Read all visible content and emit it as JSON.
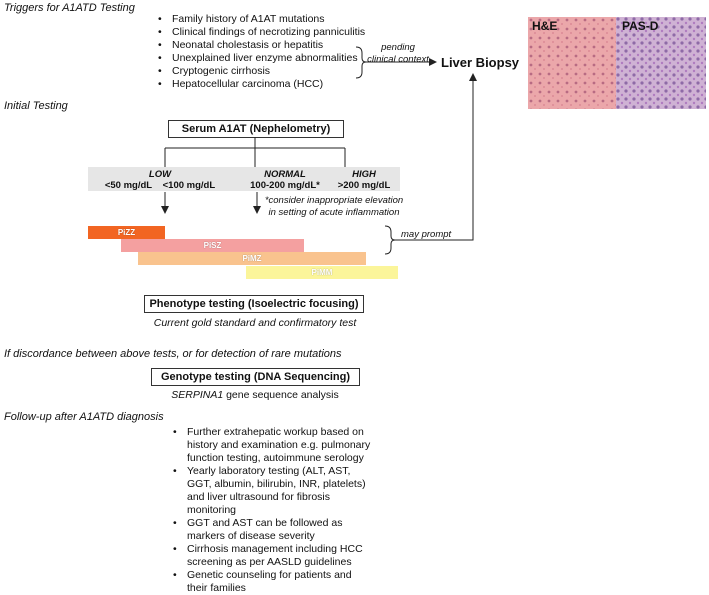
{
  "triggers": {
    "title": "Triggers for A1ATD Testing",
    "items": [
      "Family history of A1AT mutations",
      "Clinical findings of necrotizing panniculitis",
      "Neonatal cholestasis or hepatitis",
      "Unexplained liver enzyme abnormalities",
      "Cryptogenic cirrhosis",
      "Hepatocellular carcinoma (HCC)"
    ],
    "pending_note": "pending clinical context",
    "biopsy_label": "Liver Biopsy"
  },
  "histology": {
    "left_label": "H&E",
    "right_label": "PAS-D",
    "colors": {
      "he": "#e9a2a6",
      "pasd": "#c7a5cc"
    }
  },
  "initial": {
    "title": "Initial Testing",
    "serum_box": "Serum A1AT (Nephelometry)",
    "levels": [
      {
        "name": "LOW",
        "range_a": "<50 mg/dL",
        "range_b": "<100 mg/dL"
      },
      {
        "name": "NORMAL",
        "range": "100-200 mg/dL*"
      },
      {
        "name": "HIGH",
        "range": ">200 mg/dL"
      }
    ],
    "elevation_note_1": "*consider inappropriate elevation",
    "elevation_note_2": "in setting of acute inflammation",
    "may_prompt": "may prompt",
    "phenotypes": [
      {
        "label": "PiZZ",
        "color": "#f26522"
      },
      {
        "label": "PiSZ",
        "color": "#f4a0a0"
      },
      {
        "label": "PiMZ",
        "color": "#f9c38e"
      },
      {
        "label": "PiMM",
        "color": "#fbf59a"
      }
    ],
    "phenotype_box": "Phenotype testing (Isoelectric focusing)",
    "phenotype_sub": "Current gold standard and confirmatory test"
  },
  "genotype": {
    "title": "If discordance between above tests, or for detection of rare mutations",
    "box": "Genotype testing (DNA Sequencing)",
    "sub_gene": "SERPINA1",
    "sub_rest": " gene sequence analysis"
  },
  "followup": {
    "title": "Follow-up after A1ATD diagnosis",
    "items": [
      "Further extrahepatic workup based on history and examination e.g. pulmonary function testing, autoimmune serology",
      "Yearly laboratory testing (ALT, AST, GGT, albumin, bilirubin, INR, platelets) and liver ultrasound for fibrosis monitoring",
      "GGT and AST can be followed as markers of disease severity",
      "Cirrhosis management including HCC screening as per AASLD guidelines",
      "Genetic counseling for patients and their families"
    ]
  }
}
